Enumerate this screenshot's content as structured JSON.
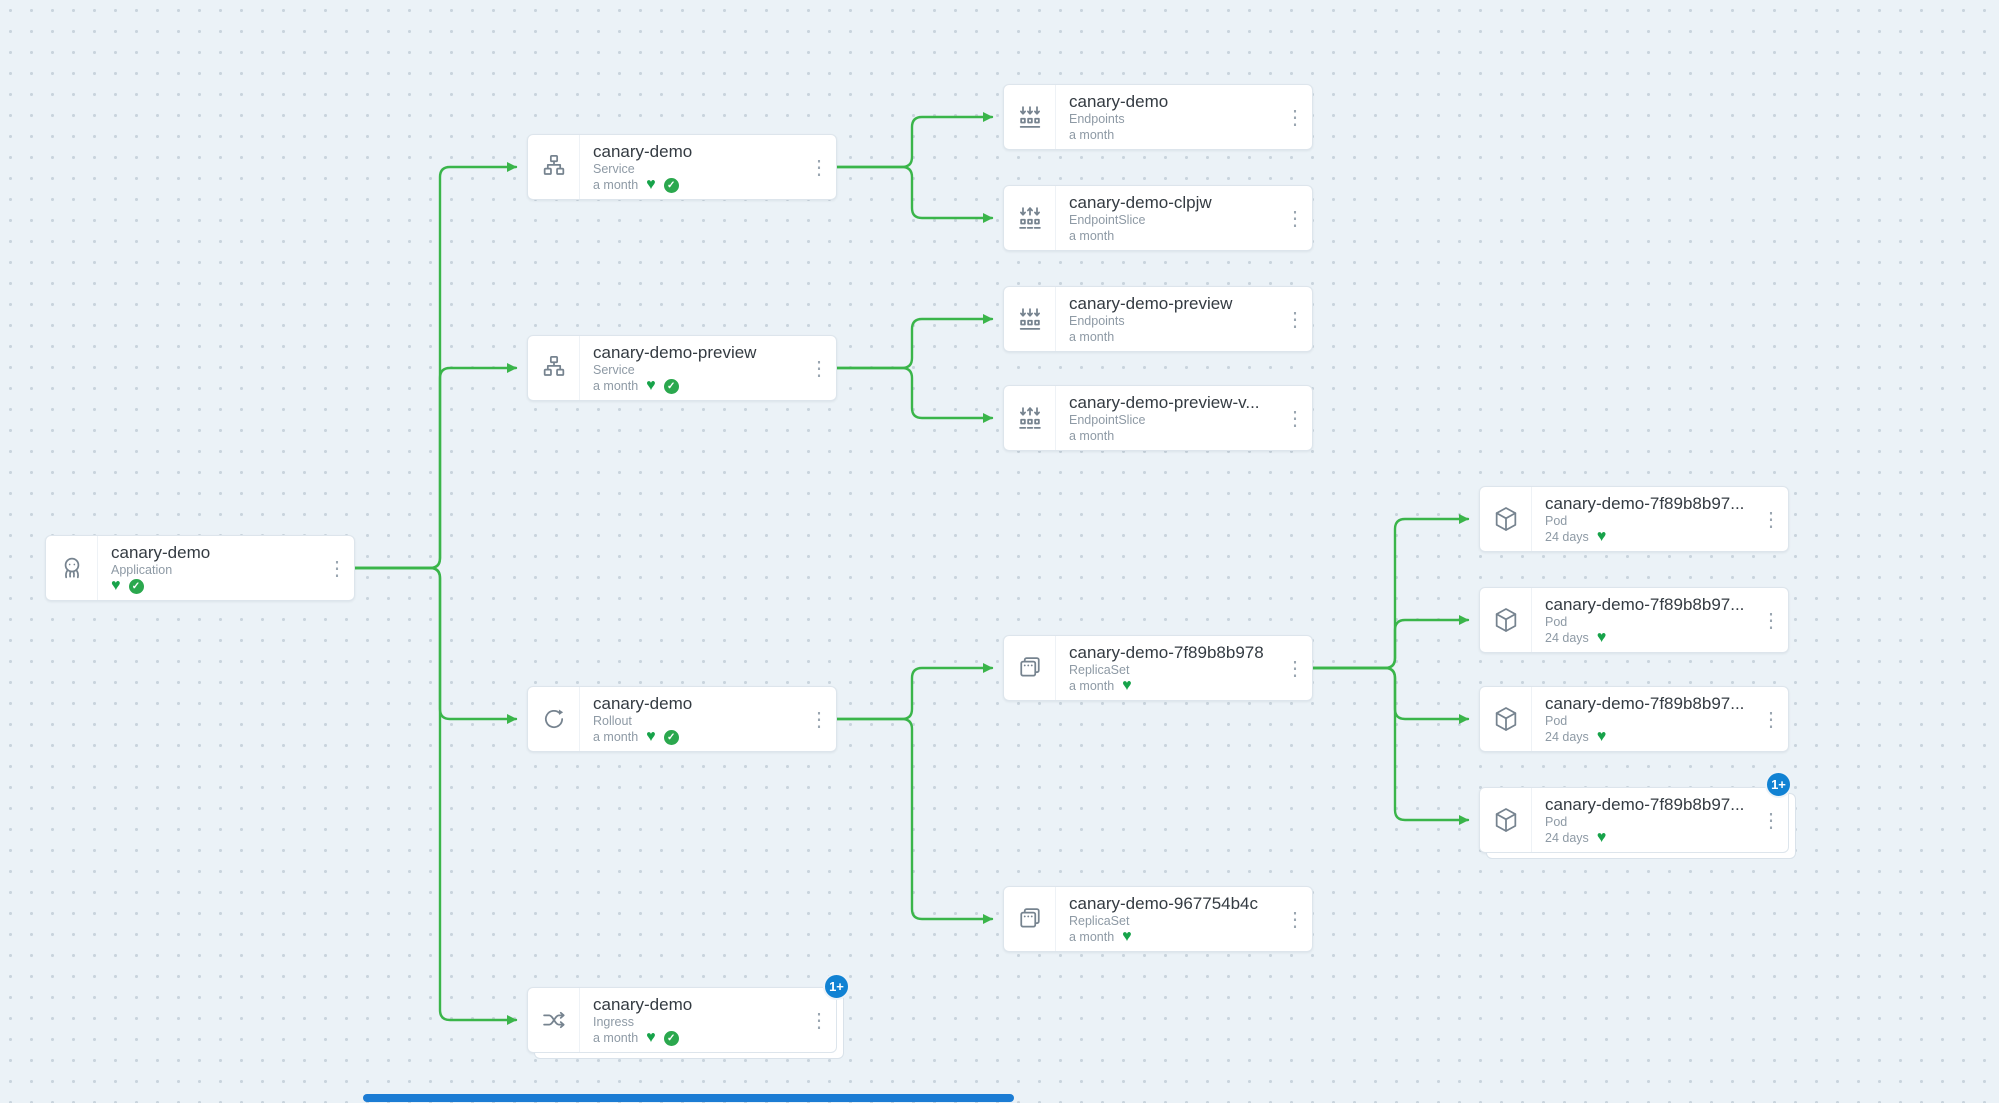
{
  "colors": {
    "edge": "#3ab54a",
    "healthy_heart": "#17a34a",
    "synced_check": "#2ba84e",
    "badge": "#1182d3",
    "canvas_bg": "#ebf2f7"
  },
  "icons": {
    "heart": "♥",
    "check": "✓",
    "kebab": "⋮"
  },
  "badge_more": "1+",
  "nodes": [
    {
      "title": "canary-demo",
      "kind": "Application",
      "age": ""
    },
    {
      "title": "canary-demo",
      "kind": "Service",
      "age": "a month"
    },
    {
      "title": "canary-demo-preview",
      "kind": "Service",
      "age": "a month"
    },
    {
      "title": "canary-demo",
      "kind": "Rollout",
      "age": "a month"
    },
    {
      "title": "canary-demo",
      "kind": "Ingress",
      "age": "a month"
    },
    {
      "title": "canary-demo",
      "kind": "Endpoints",
      "age": "a month"
    },
    {
      "title": "canary-demo-clpjw",
      "kind": "EndpointSlice",
      "age": "a month"
    },
    {
      "title": "canary-demo-preview",
      "kind": "Endpoints",
      "age": "a month"
    },
    {
      "title": "canary-demo-preview-v...",
      "kind": "EndpointSlice",
      "age": "a month"
    },
    {
      "title": "canary-demo-7f89b8b978",
      "kind": "ReplicaSet",
      "age": "a month"
    },
    {
      "title": "canary-demo-967754b4c",
      "kind": "ReplicaSet",
      "age": "a month"
    },
    {
      "title": "canary-demo-7f89b8b97...",
      "kind": "Pod",
      "age": "24 days"
    },
    {
      "title": "canary-demo-7f89b8b97...",
      "kind": "Pod",
      "age": "24 days"
    },
    {
      "title": "canary-demo-7f89b8b97...",
      "kind": "Pod",
      "age": "24 days"
    },
    {
      "title": "canary-demo-7f89b8b97...",
      "kind": "Pod",
      "age": "24 days"
    }
  ]
}
